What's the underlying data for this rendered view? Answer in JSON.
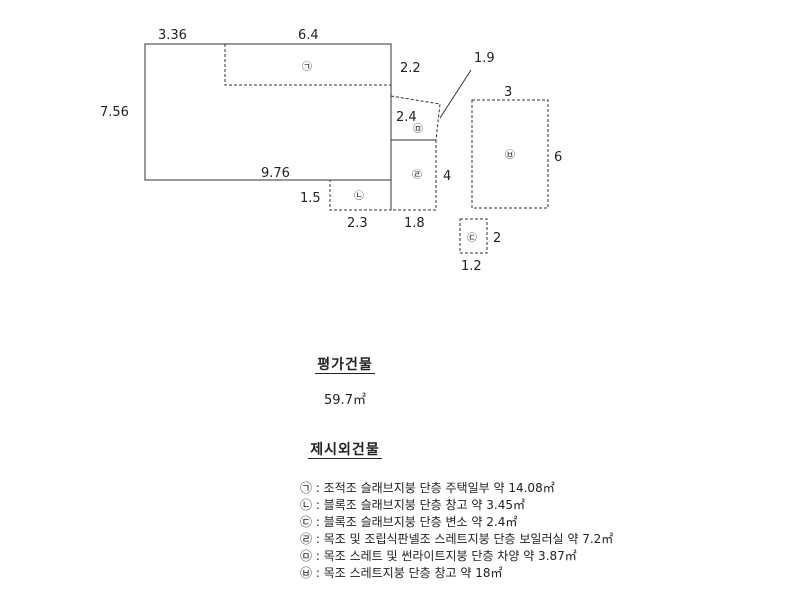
{
  "plan": {
    "dimensions": {
      "top_left": "3.36",
      "top_mid": "6.4",
      "top_right": "2.2",
      "left": "7.56",
      "slope": "1.9",
      "bld_h_width": "3",
      "bld_h_height": "6",
      "mid_right_upper": "2.4",
      "bottom_main": "9.76",
      "bottom_left_height": "1.5",
      "right_mid": "4",
      "bottom_l_width": "2.3",
      "bottom_r_width": "1.8",
      "bld_c_height": "2",
      "bld_c_width": "1.2"
    },
    "markers": {
      "a": "㉠",
      "b": "㉡",
      "c": "㉢",
      "d": "㉣",
      "e": "㉤",
      "f": "㉥"
    }
  },
  "evaluated": {
    "title": "평가건물",
    "area": "59.7㎡"
  },
  "excluded": {
    "title": "제시외건물",
    "items": [
      "㉠ : 조적조 슬래브지붕 단층 주택일부 약 14.08㎡",
      "㉡ : 블록조 슬래브지붕 단층 창고 약 3.45㎡",
      "㉢ : 블록조 슬래브지붕 단층 변소 약 2.4㎡",
      "㉣ : 목조 및 조립식판넬조 스레트지붕 단층 보일러실 약 7.2㎡",
      "㉤ : 목조 스레트 및 썬라이트지붕 단층 차양 약 3.87㎡",
      "㉥ : 목조 스레트지붕 단층 창고 약 18㎡"
    ]
  }
}
